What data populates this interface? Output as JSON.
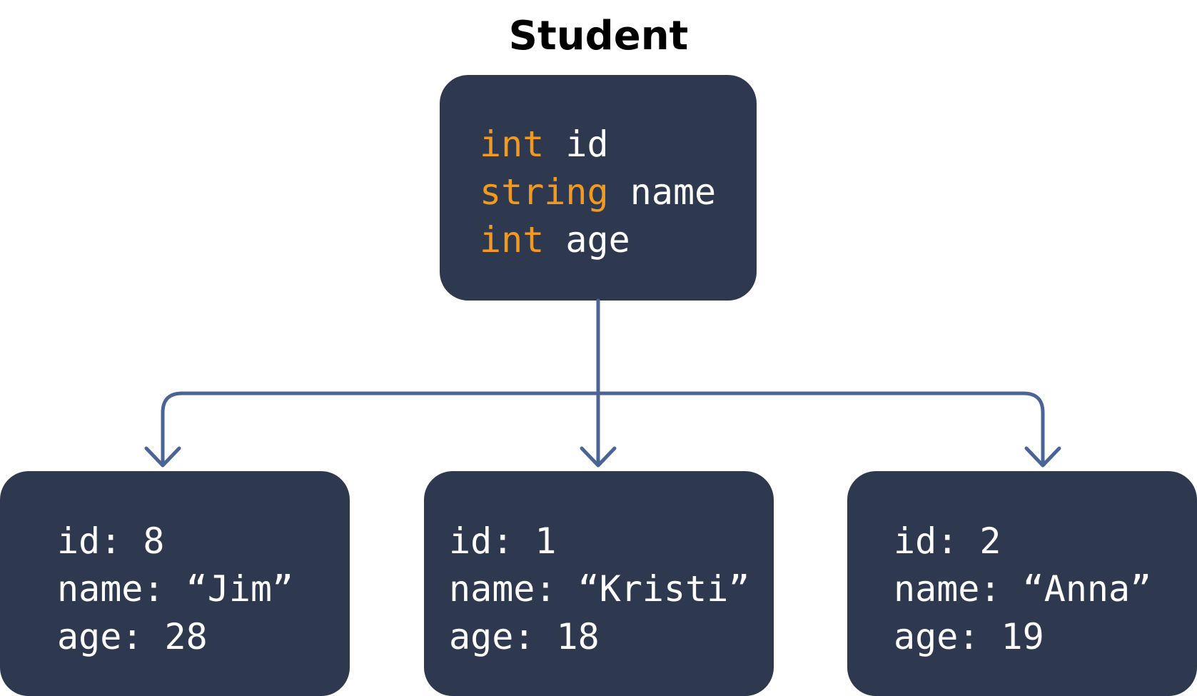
{
  "title": "Student",
  "class_fields": [
    {
      "type": "int",
      "name": "id"
    },
    {
      "type": "string",
      "name": "name"
    },
    {
      "type": "int",
      "name": "age"
    }
  ],
  "objects": [
    {
      "id_line": "id: 8",
      "name_line": "name: “Jim”",
      "age_line": "age: 28"
    },
    {
      "id_line": "id: 1",
      "name_line": "name: “Kristi”",
      "age_line": "age: 18"
    },
    {
      "id_line": "id: 2",
      "name_line": "name: “Anna”",
      "age_line": "age: 19"
    }
  ],
  "colors": {
    "box": "#2e394f",
    "keyword": "#f39a1e",
    "text": "#ffffff",
    "connector": "#4a6496"
  }
}
